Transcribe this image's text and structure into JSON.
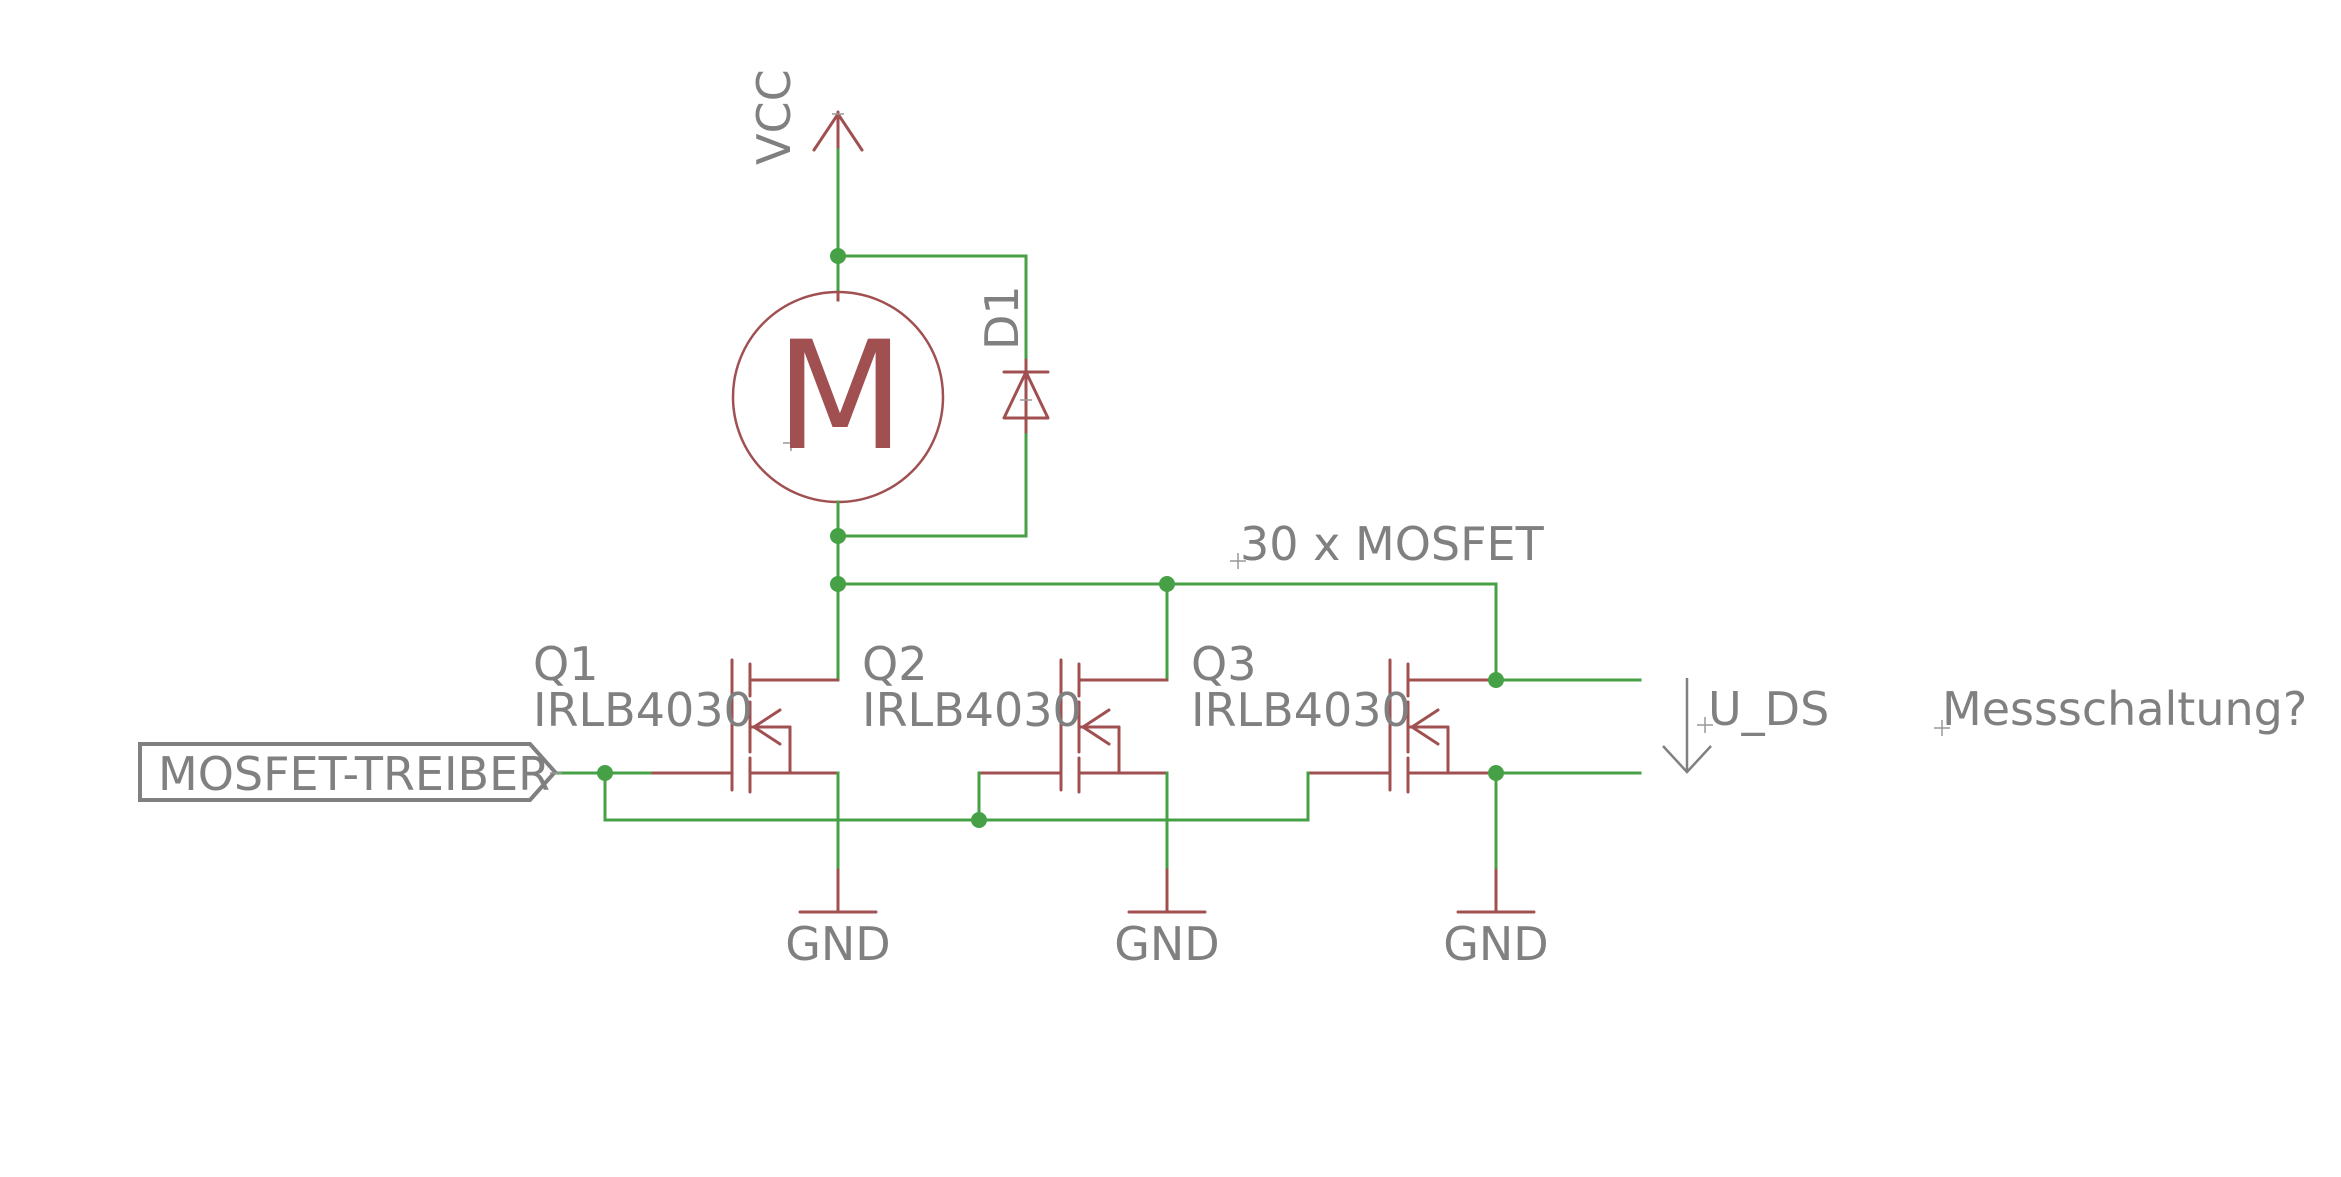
{
  "supply": {
    "label": "VCC"
  },
  "motor": {
    "label": "M"
  },
  "diode": {
    "name": "D1"
  },
  "mosfet_note": "30 x MOSFET",
  "driver_port": {
    "label": "MOSFET-TREIBER"
  },
  "mosfets": [
    {
      "name": "Q1",
      "value": "IRLB4030"
    },
    {
      "name": "Q2",
      "value": "IRLB4030"
    },
    {
      "name": "Q3",
      "value": "IRLB4030"
    }
  ],
  "grounds": [
    "GND",
    "GND",
    "GND"
  ],
  "measurement": {
    "voltage_label": "U_DS",
    "question": "Messschaltung?"
  },
  "colors": {
    "wire": "#46a046",
    "symbol": "#a05050",
    "text": "#808080"
  }
}
